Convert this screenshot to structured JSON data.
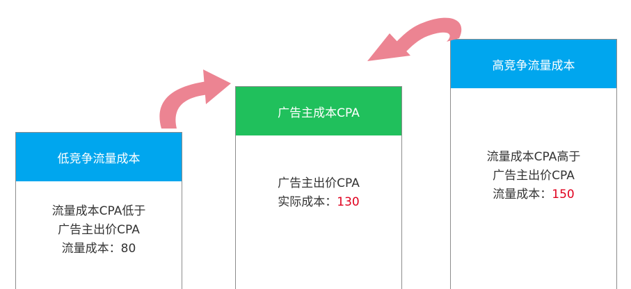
{
  "colors": {
    "low_header": "#00a6ee",
    "mid_header": "#20c05c",
    "high_header": "#00a6ee",
    "arrow": "#ec8492",
    "highlight": "#e0001e"
  },
  "cards": {
    "low": {
      "title": "低竞争流量成本",
      "line1": "流量成本CPA低于",
      "line2": "广告主出价CPA",
      "line3_label": "流量成本：",
      "line3_value": "80"
    },
    "mid": {
      "title": "广告主成本CPA",
      "line1": "广告主出价CPA",
      "line2_label": "实际成本：",
      "line2_value": "130"
    },
    "high": {
      "title": "高竞争流量成本",
      "line1": "流量成本CPA高于",
      "line2": "广告主出价CPA",
      "line3_label": "流量成本：",
      "line3_value": "150"
    }
  },
  "arrows": [
    "arrow-low-to-mid",
    "arrow-high-to-mid"
  ]
}
